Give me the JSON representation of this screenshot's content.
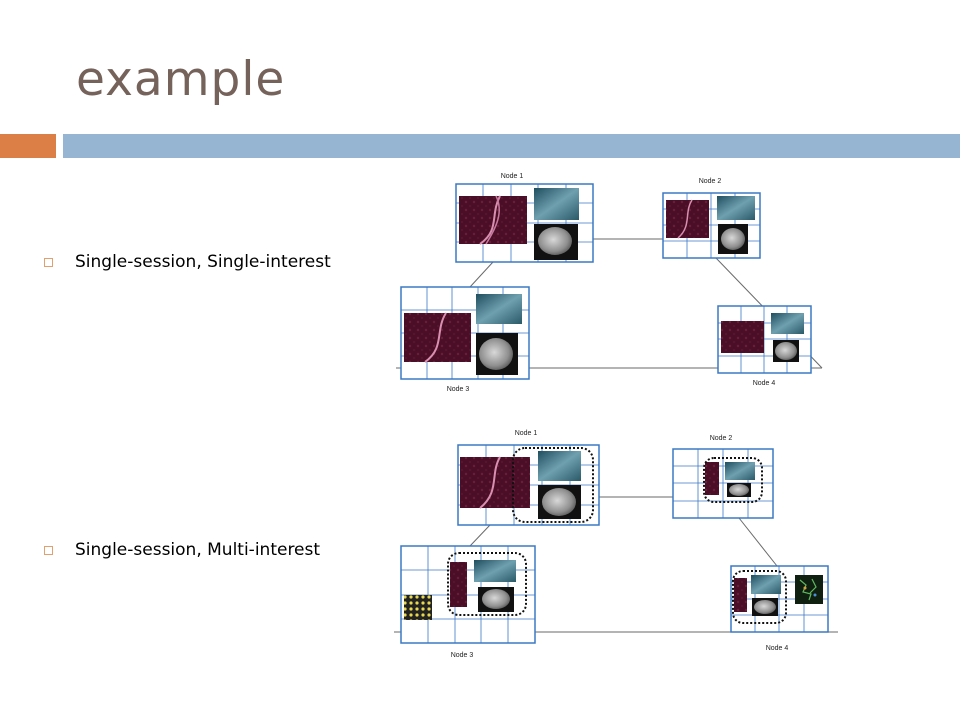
{
  "slide": {
    "title": "example",
    "bullets": [
      {
        "text": "Single-session, Single-interest"
      },
      {
        "text": "Single-session, Multi-interest"
      }
    ]
  },
  "diagram1": {
    "nodes": [
      "Node 1",
      "Node 2",
      "Node 3",
      "Node 4"
    ]
  },
  "diagram2": {
    "nodes": [
      "Node 1",
      "Node 2",
      "Node 3",
      "Node 4"
    ]
  },
  "colors": {
    "title": "#75625a",
    "accent_orange": "#dc7f47",
    "accent_blue": "#96b5d3",
    "node_border": "#3b78c4",
    "dna_bg": "#4a0f26",
    "molecule_bg": "#2f5f6f",
    "brain_bg": "#111111"
  }
}
